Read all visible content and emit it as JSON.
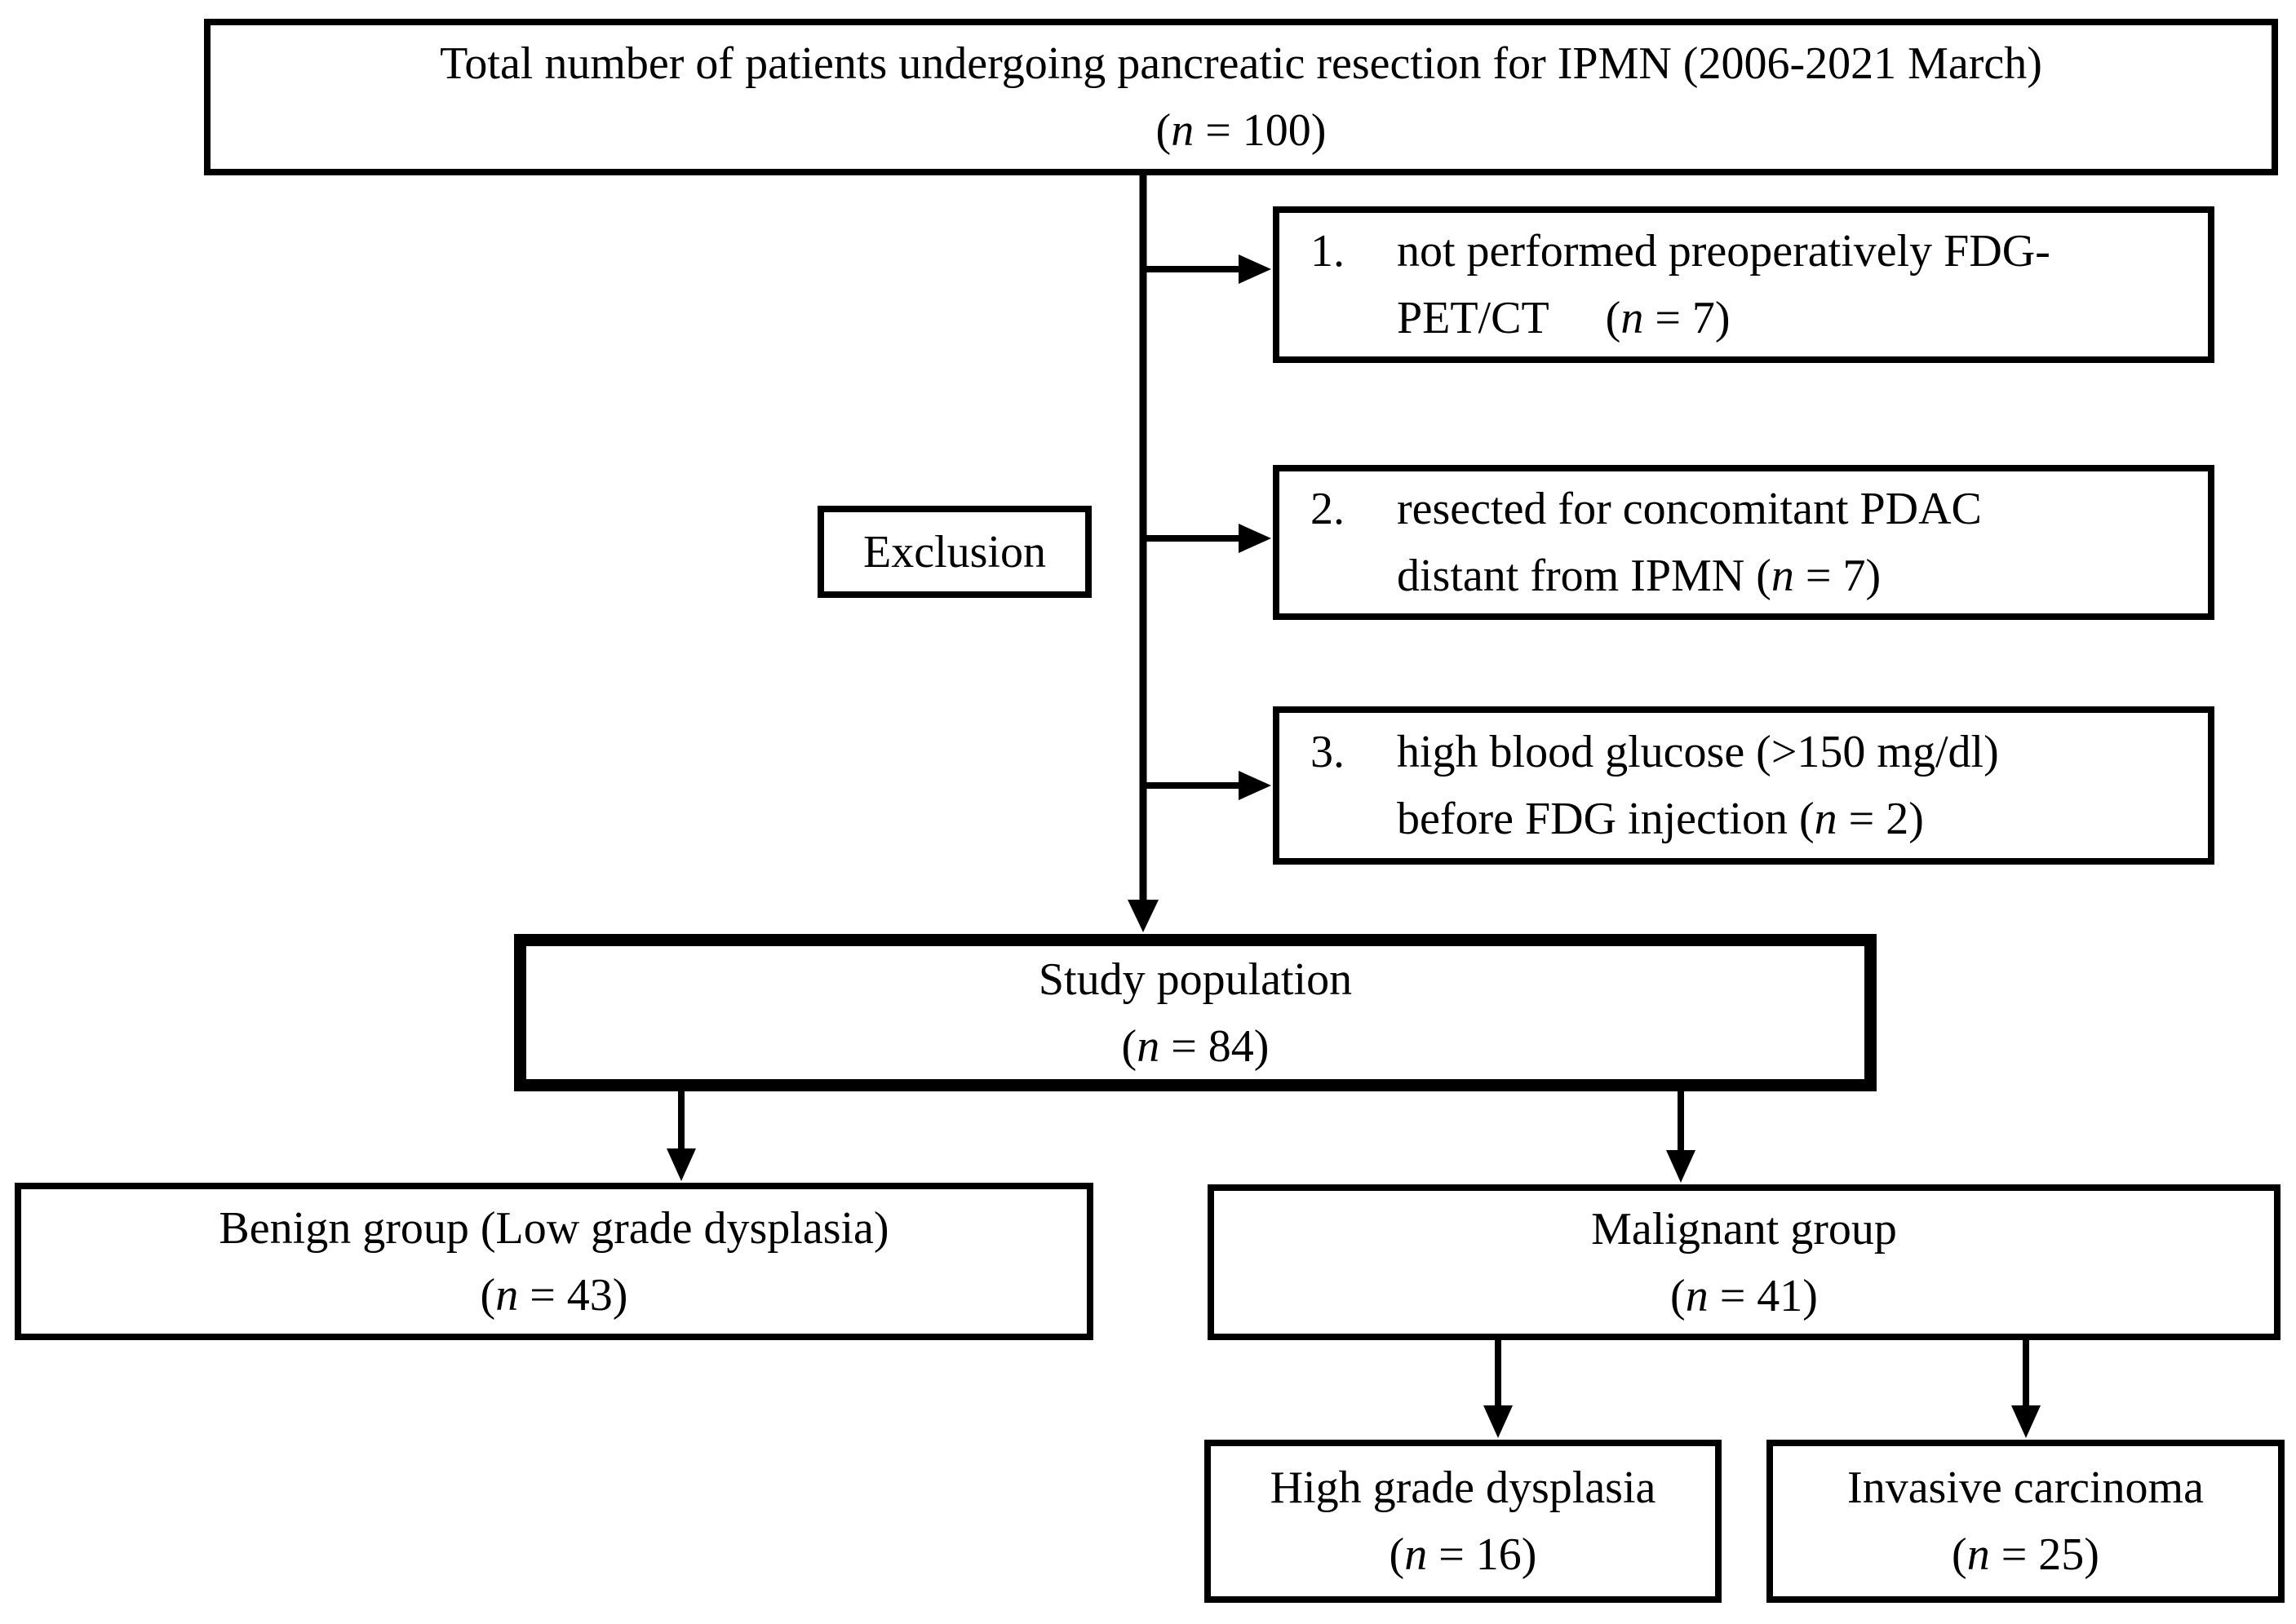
{
  "diagram": {
    "colors": {
      "line": "#000000",
      "background": "#ffffff"
    },
    "boxes": {
      "total": {
        "title": "Total number of patients undergoing pancreatic resection for IPMN (2006-2021 March)",
        "n_pre": "(",
        "n": "n",
        "n_post": " = 100)"
      },
      "exclusion_label": "Exclusion",
      "study": {
        "title": "Study population",
        "n_pre": "(",
        "n": "n",
        "n_post": " = 84)"
      },
      "benign": {
        "title": "Benign group (Low grade dysplasia)",
        "n_pre": "(",
        "n": "n",
        "n_post": " = 43)"
      },
      "malignant": {
        "title": "Malignant group",
        "n_pre": "(",
        "n": "n",
        "n_post": " = 41)"
      },
      "high_grade": {
        "title": "High grade dysplasia",
        "n_pre": "(",
        "n": "n",
        "n_post": " = 16)"
      },
      "invasive": {
        "title": "Invasive carcinoma",
        "n_pre": "(",
        "n": "n",
        "n_post": " = 25)"
      }
    },
    "exclusion_items": [
      {
        "num": "1.",
        "line1": "not performed preoperatively FDG-",
        "line2_pre": "PET/CT     (",
        "n": "n",
        "line2_post": " = 7)"
      },
      {
        "num": "2.",
        "line1": "resected for concomitant PDAC",
        "line2_pre": "distant from IPMN (",
        "n": "n",
        "line2_post": " = 7)"
      },
      {
        "num": "3.",
        "line1": "high blood glucose (>150 mg/dl)",
        "line2_pre": "before FDG injection (",
        "n": "n",
        "line2_post": " = 2)"
      }
    ]
  }
}
